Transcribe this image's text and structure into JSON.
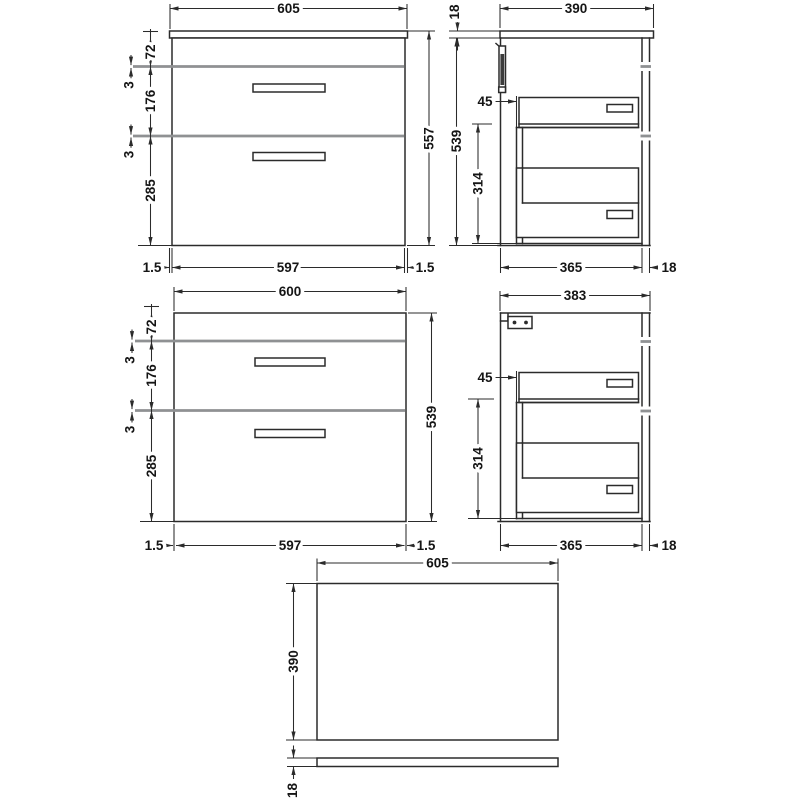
{
  "drawing_title": "Wall hung two-drawer vanity unit technical drawing",
  "colors": {
    "line": "#2b2b2b",
    "divider_grey": "#8f9193",
    "background": "#ffffff"
  },
  "views": {
    "front_with_worktop": {
      "dims": {
        "worktop_width": "605",
        "top_rail": "72",
        "top_gap": "3",
        "top_drawer": "176",
        "bottom_gap": "3",
        "bottom_drawer": "285",
        "overall_height": "557",
        "left_edge": "1.5",
        "carcass_width": "597",
        "right_edge": "1.5"
      }
    },
    "side_with_worktop": {
      "dims": {
        "worktop_thickness": "18",
        "worktop_depth": "390",
        "carcass_height": "539",
        "drawer_setback": "45",
        "drawer_zone": "314",
        "carcass_depth": "365",
        "back_gap": "18"
      }
    },
    "front_cabinet": {
      "dims": {
        "overall_width": "600",
        "top_rail": "72",
        "top_gap": "3",
        "top_drawer": "176",
        "bottom_gap": "3",
        "bottom_drawer": "285",
        "carcass_height": "539",
        "left_edge": "1.5",
        "carcass_width": "597",
        "right_edge": "1.5"
      }
    },
    "side_cabinet": {
      "dims": {
        "overall_depth": "383",
        "drawer_setback": "45",
        "drawer_zone": "314",
        "carcass_depth": "365",
        "back_gap": "18"
      }
    },
    "plan_worktop": {
      "dims": {
        "width": "605",
        "depth": "390",
        "thickness": "18"
      }
    }
  }
}
